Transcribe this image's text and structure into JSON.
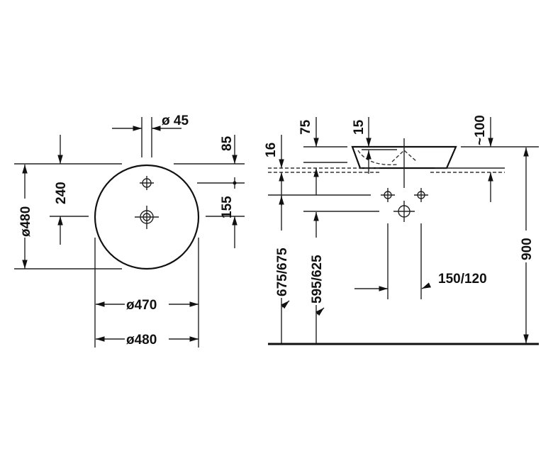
{
  "top_view": {
    "labels": {
      "tap_hole_diameter": "ø 45",
      "tap_hole_offset": "85",
      "tap_to_drain": "155",
      "drain_from_edge": "240",
      "outer_diameter_vertical": "ø480",
      "inner_diameter": "ø470",
      "outer_diameter": "ø480"
    }
  },
  "side_view": {
    "labels": {
      "countertop_thickness": "16",
      "basin_height": "75",
      "bowl_depth": "15",
      "overhang": "~100",
      "total_height": "900",
      "top_height": "675/675",
      "supply_height": "595/625",
      "supply_spacing": "150/120"
    }
  }
}
